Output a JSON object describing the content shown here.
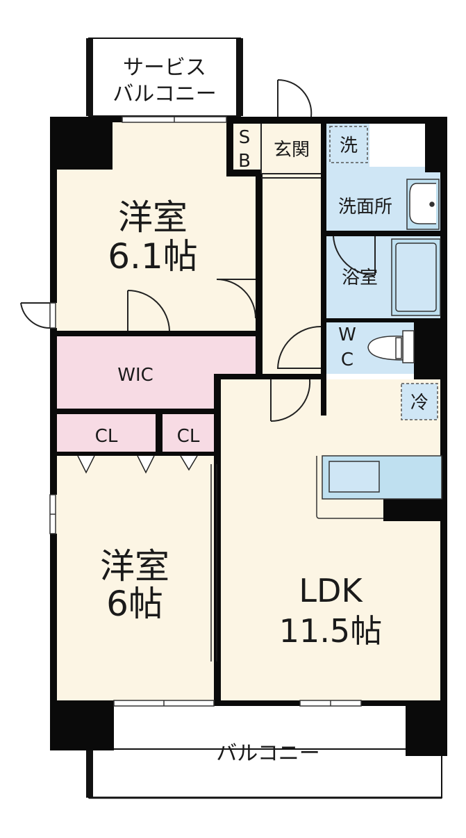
{
  "colors": {
    "room": "#fcf5e4",
    "wic": "#f7dbe4",
    "wet": "#cfe6f5",
    "wall": "#0a0a0a",
    "fixture": "#bfe0f0"
  },
  "rooms": {
    "service_balcony": {
      "line1": "サービス",
      "line2": "バルコニー"
    },
    "bedroom1": {
      "name": "洋室",
      "size": "6.1帖"
    },
    "sb": {
      "s": "S",
      "b": "B"
    },
    "genkan": "玄関",
    "washer": "洗",
    "washroom": "洗面所",
    "bath": "浴室",
    "wc": {
      "w": "W",
      "c": "C"
    },
    "wic": "WIC",
    "cl1": "CL",
    "cl2": "CL",
    "fridge": "冷",
    "bedroom2": {
      "name": "洋室",
      "size": "6帖"
    },
    "ldk": {
      "name": "LDK",
      "size": "11.5帖"
    },
    "balcony": "バルコニー"
  }
}
